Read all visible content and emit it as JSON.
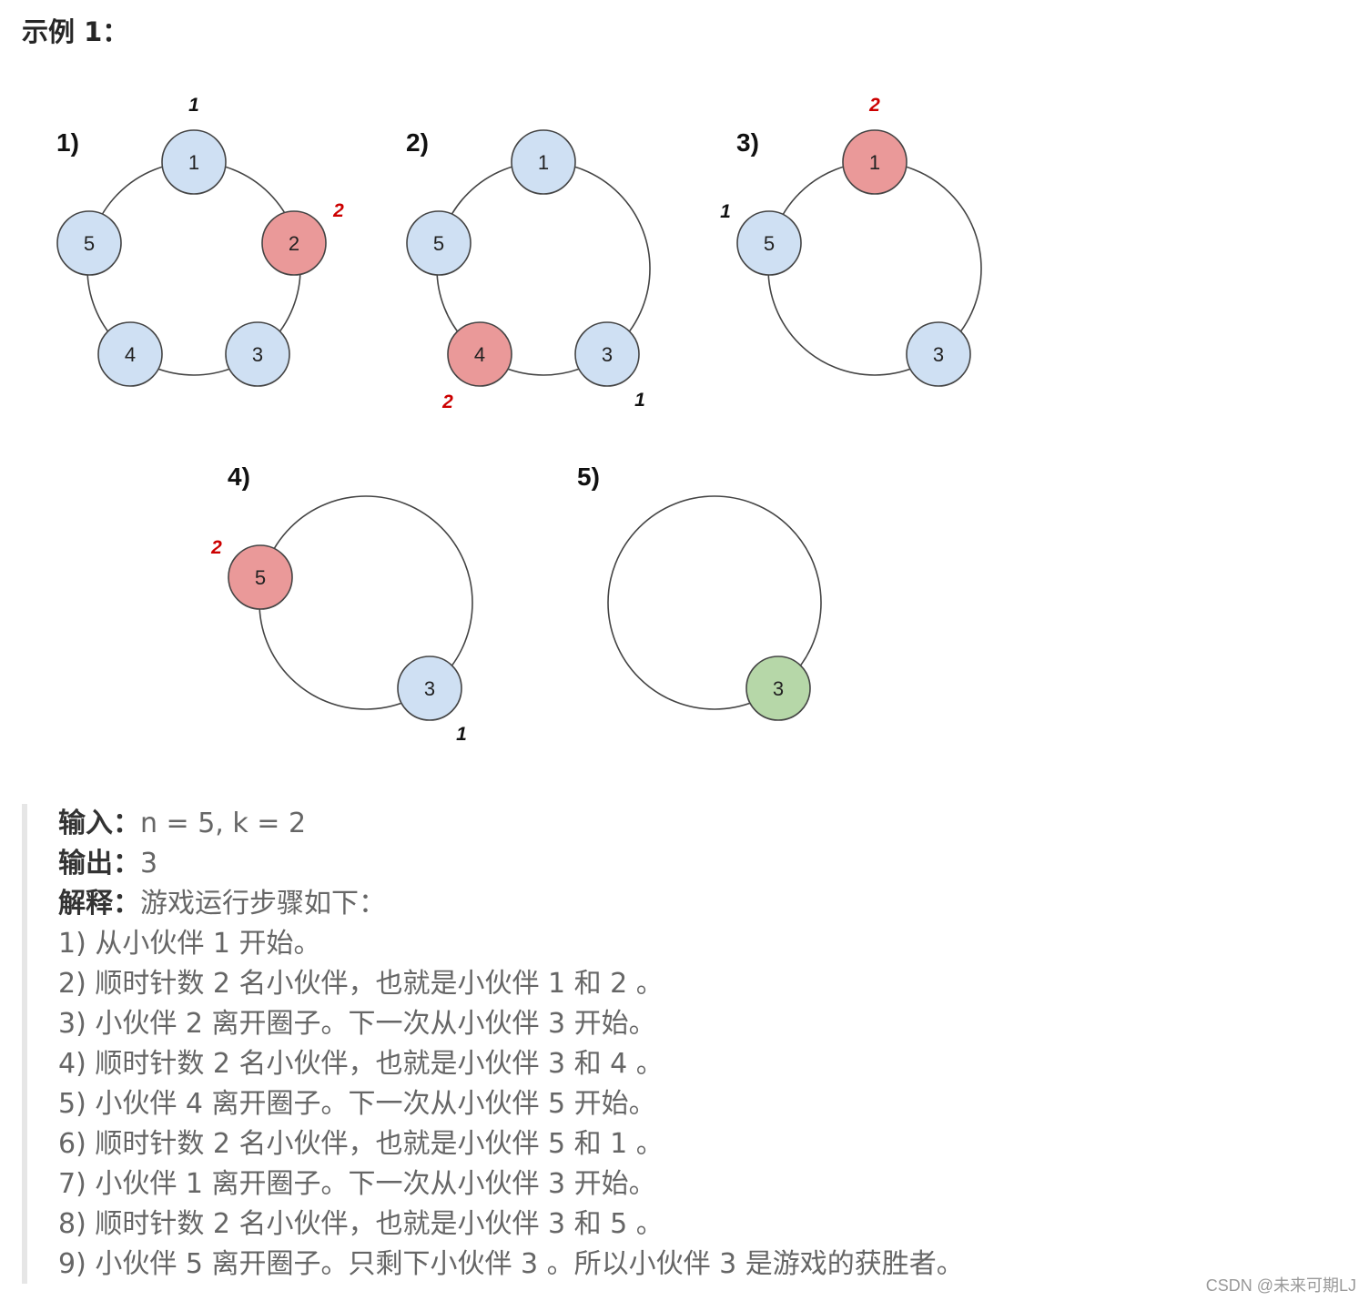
{
  "heading": "示例 1：",
  "colors": {
    "normal": "#cfe0f3",
    "removed": "#ea9999",
    "winner": "#b6d7a8",
    "count_red": "#cc0000",
    "count_black": "#111111"
  },
  "steps": [
    {
      "label": "1)",
      "nodes": [
        {
          "label": "1",
          "state": "normal"
        },
        {
          "label": "2",
          "state": "removed"
        },
        {
          "label": "3",
          "state": "normal"
        },
        {
          "label": "4",
          "state": "normal"
        },
        {
          "label": "5",
          "state": "normal"
        }
      ],
      "counts": [
        {
          "text": "1",
          "color": "black"
        },
        {
          "text": "2",
          "color": "red"
        }
      ]
    },
    {
      "label": "2)",
      "nodes": [
        {
          "label": "1",
          "state": "normal"
        },
        {
          "label": "3",
          "state": "normal"
        },
        {
          "label": "4",
          "state": "removed"
        },
        {
          "label": "5",
          "state": "normal"
        }
      ],
      "counts": [
        {
          "text": "1",
          "color": "black"
        },
        {
          "text": "2",
          "color": "red"
        }
      ]
    },
    {
      "label": "3)",
      "nodes": [
        {
          "label": "1",
          "state": "removed"
        },
        {
          "label": "3",
          "state": "normal"
        },
        {
          "label": "5",
          "state": "normal"
        }
      ],
      "counts": [
        {
          "text": "2",
          "color": "red"
        },
        {
          "text": "1",
          "color": "black"
        }
      ]
    },
    {
      "label": "4)",
      "nodes": [
        {
          "label": "5",
          "state": "removed"
        },
        {
          "label": "3",
          "state": "normal"
        }
      ],
      "counts": [
        {
          "text": "2",
          "color": "red"
        },
        {
          "text": "1",
          "color": "black"
        }
      ]
    },
    {
      "label": "5)",
      "nodes": [
        {
          "label": "3",
          "state": "winner"
        }
      ],
      "counts": []
    }
  ],
  "example": {
    "input_key": "输入：",
    "input_value": "n = 5, k = 2",
    "output_key": "输出：",
    "output_value": "3",
    "explain_key": "解释：",
    "explain_value": "游戏运行步骤如下：",
    "lines": [
      "1) 从小伙伴 1 开始。",
      "2) 顺时针数 2 名小伙伴，也就是小伙伴 1 和 2 。",
      "3) 小伙伴 2 离开圈子。下一次从小伙伴 3 开始。",
      "4) 顺时针数 2 名小伙伴，也就是小伙伴 3 和 4 。",
      "5) 小伙伴 4 离开圈子。下一次从小伙伴 5 开始。",
      "6) 顺时针数 2 名小伙伴，也就是小伙伴 5 和 1 。",
      "7) 小伙伴 1 离开圈子。下一次从小伙伴 3 开始。",
      "8) 顺时针数 2 名小伙伴，也就是小伙伴 3 和 5 。",
      "9) 小伙伴 5 离开圈子。只剩下小伙伴 3 。所以小伙伴 3 是游戏的获胜者。"
    ]
  },
  "watermark": "CSDN @未来可期LJ"
}
